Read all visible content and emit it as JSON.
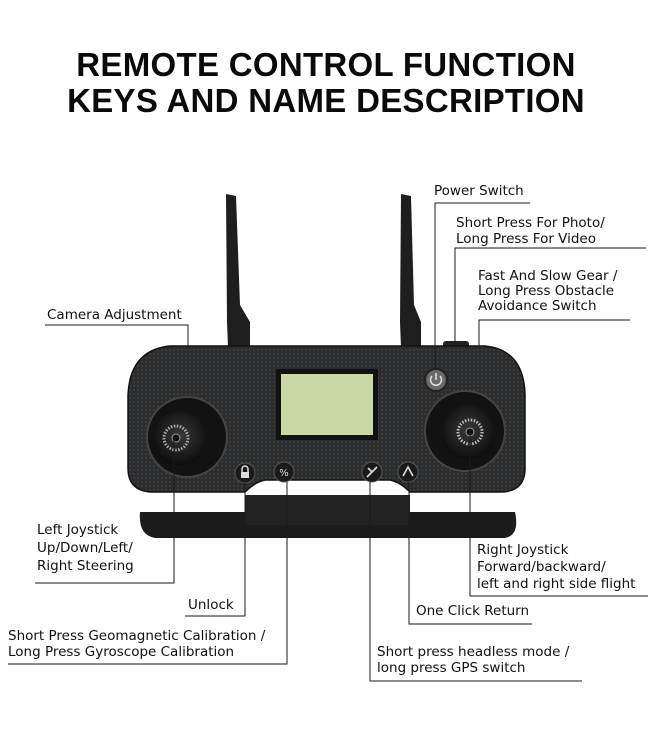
{
  "title": {
    "line1": "REMOTE CONTROL FUNCTION",
    "line2": "KEYS AND NAME DESCRIPTION"
  },
  "labels": {
    "camera_adjustment": [
      "Camera Adjustment"
    ],
    "power_switch": [
      "Power Switch"
    ],
    "photo_video": [
      "Short Press For Photo/",
      "Long Press For Video"
    ],
    "speed_gear": [
      "Fast And Slow Gear /",
      "Long Press Obstacle",
      "Avoidance Switch"
    ],
    "left_joystick": [
      "Left Joystick",
      "Up/Down/Left/",
      "Right Steering"
    ],
    "right_joystick": [
      "Right Joystick",
      "Forward/backward/",
      "left and right side flight"
    ],
    "unlock": [
      "Unlock"
    ],
    "one_click_return": [
      "One Click Return"
    ],
    "calibration": [
      "Short Press Geomagnetic Calibration /",
      "Long Press Gyroscope Calibration"
    ],
    "headless_gps": [
      "Short press headless mode /",
      "long press GPS switch"
    ]
  },
  "colors": {
    "body": "#2a2b2c",
    "screen": "#c9d8a2",
    "line": "#1a1a1a"
  }
}
